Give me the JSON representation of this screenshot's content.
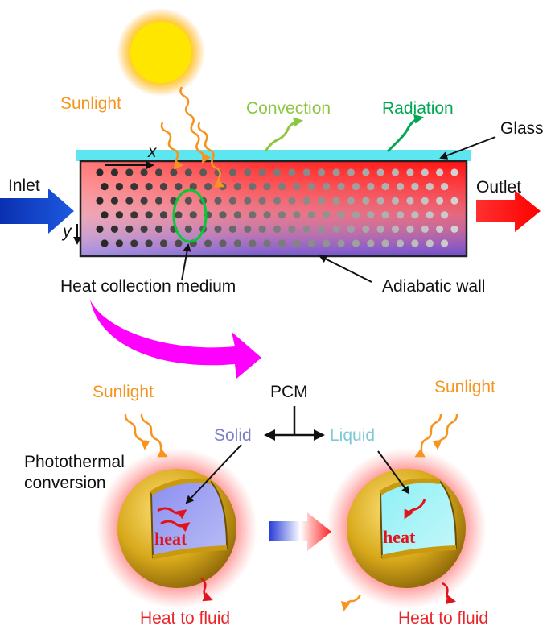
{
  "top": {
    "sunlight": "Sunlight",
    "convection": "Convection",
    "radiation": "Radiation",
    "glass": "Glass",
    "inlet": "Inlet",
    "outlet": "Outlet",
    "x_axis": "x",
    "y_axis": "y",
    "heat_collection_medium": "Heat collection medium",
    "adiabatic_wall": "Adiabatic wall"
  },
  "bottom": {
    "sunlight_left": "Sunlight",
    "sunlight_right": "Sunlight",
    "pcm": "PCM",
    "solid": "Solid",
    "liquid": "Liquid",
    "photothermal_line1": "Photothermal",
    "photothermal_line2": "conversion",
    "heat_left": "heat",
    "heat_right": "heat",
    "heat_to_fluid_left": "Heat to fluid",
    "heat_to_fluid_right": "Heat to fluid"
  },
  "colors": {
    "sun": "#ffe600",
    "glass": "#5ee6f0",
    "inlet": "#1446c8",
    "outlet": "#ff1a1a",
    "sunlight": "#f7941d",
    "magenta": "#ff00ff"
  }
}
